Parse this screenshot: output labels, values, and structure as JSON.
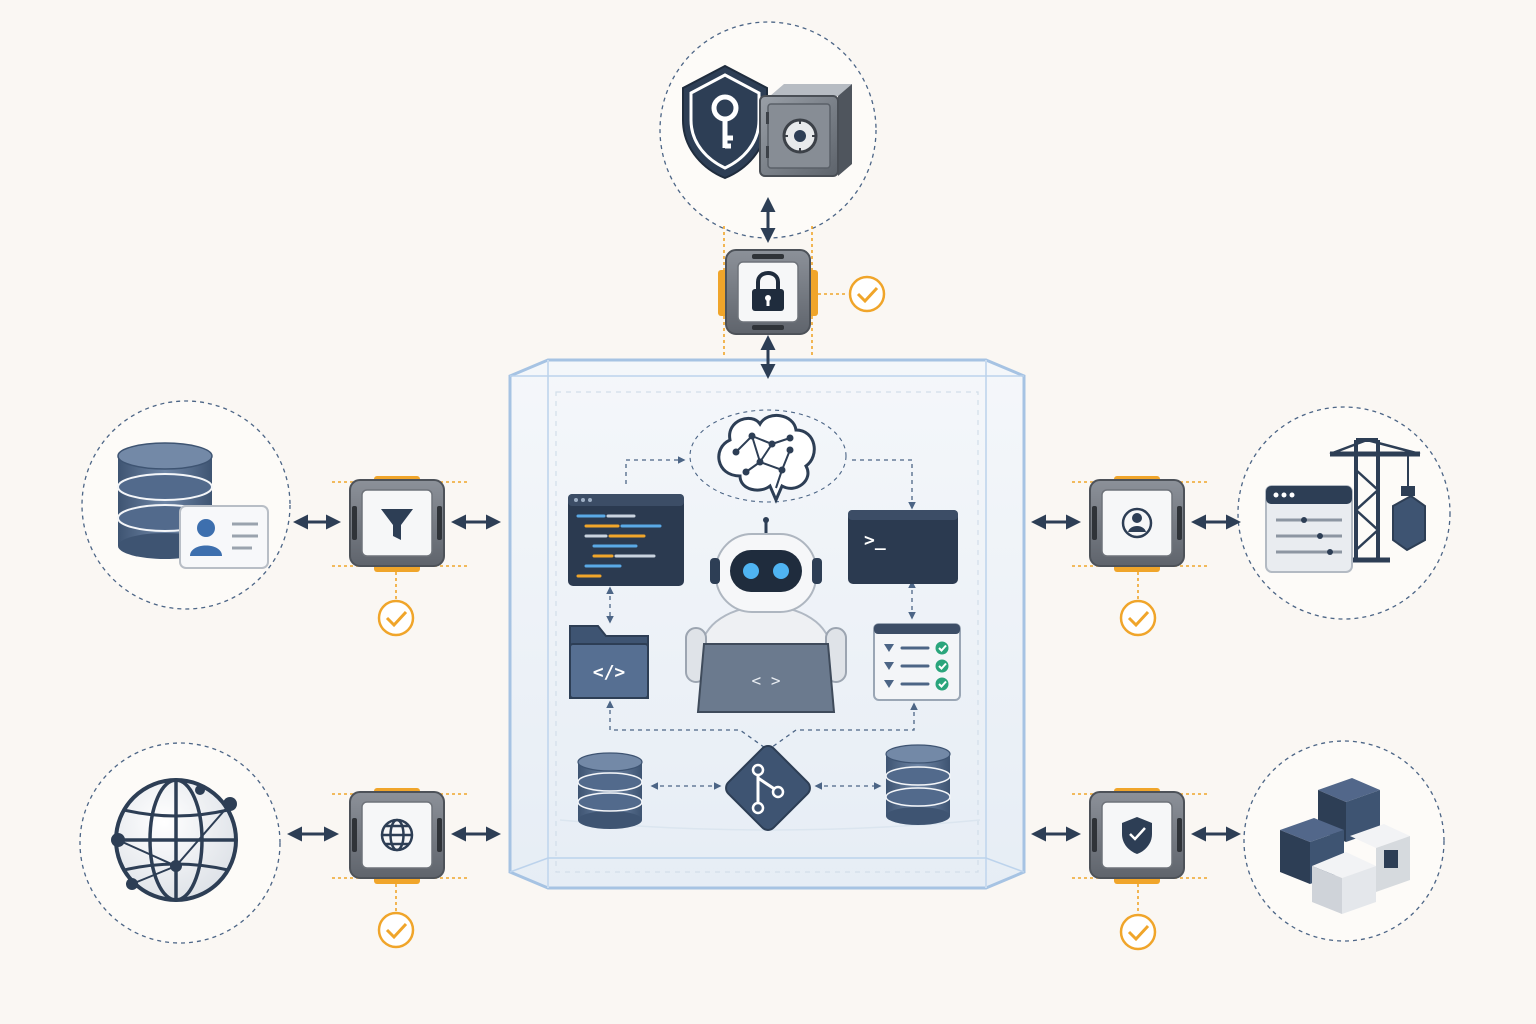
{
  "diagram": {
    "title": "",
    "sandbox": {
      "agent": "robot-agent",
      "components": [
        "brain-icon",
        "code-editor-window",
        "terminal-window",
        "code-folder-icon",
        "test-checklist-window",
        "database-icon",
        "git-icon"
      ],
      "terminal_prompt": ">_",
      "code_symbol": "</>",
      "laptop_symbol": "< >"
    },
    "gateways": [
      {
        "id": "top",
        "icon": "padlock-icon",
        "approved": true,
        "connects_to": "secrets-vault"
      },
      {
        "id": "left-top",
        "icon": "filter-funnel-icon",
        "approved": true,
        "connects_to": "user-database"
      },
      {
        "id": "left-bottom",
        "icon": "globe-icon",
        "approved": true,
        "connects_to": "internet"
      },
      {
        "id": "right-top",
        "icon": "user-circle-icon",
        "approved": true,
        "connects_to": "deployment-pipeline"
      },
      {
        "id": "right-bottom",
        "icon": "shield-check-icon",
        "approved": true,
        "connects_to": "packages"
      }
    ],
    "external_resources": [
      {
        "id": "secrets-vault",
        "icons": [
          "shield-key-icon",
          "safe-icon"
        ]
      },
      {
        "id": "user-database",
        "icons": [
          "database-stack-icon",
          "id-card-icon"
        ]
      },
      {
        "id": "internet",
        "icons": [
          "network-globe-icon"
        ]
      },
      {
        "id": "deployment-pipeline",
        "icons": [
          "browser-window-icon",
          "crane-icon"
        ]
      },
      {
        "id": "packages",
        "icons": [
          "cube-stack-icon"
        ]
      }
    ],
    "colors": {
      "background": "#faf7f3",
      "navy": "#2d3e55",
      "steel": "#4c6586",
      "accent_orange": "#f0a52a",
      "sandbox_border": "#a6c3e3",
      "check_green": "#2aa57c",
      "code_blue": "#5aa9e6"
    }
  }
}
